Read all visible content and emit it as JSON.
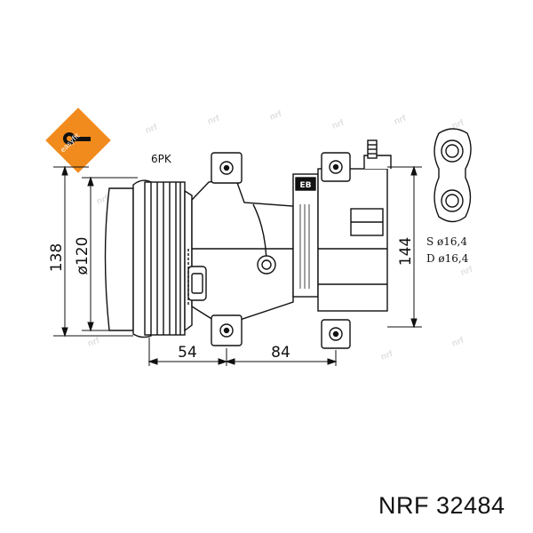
{
  "diagram": {
    "badge_text": "easyfit",
    "belt_label": "6PK",
    "dimensions": {
      "height_overall": "138",
      "pulley_diameter": "ø120",
      "height_body": "144",
      "length_pulley": "54",
      "length_body": "84"
    },
    "body_tag": "EB",
    "ports": {
      "suction": "S  ø16,4",
      "discharge": "D  ø16,4"
    },
    "watermark": "nrf"
  },
  "footer": {
    "part_label": "NRF 32484"
  },
  "colors": {
    "badge": "#f28b1d",
    "line": "#111111",
    "watermark": "#e0e0e0"
  }
}
